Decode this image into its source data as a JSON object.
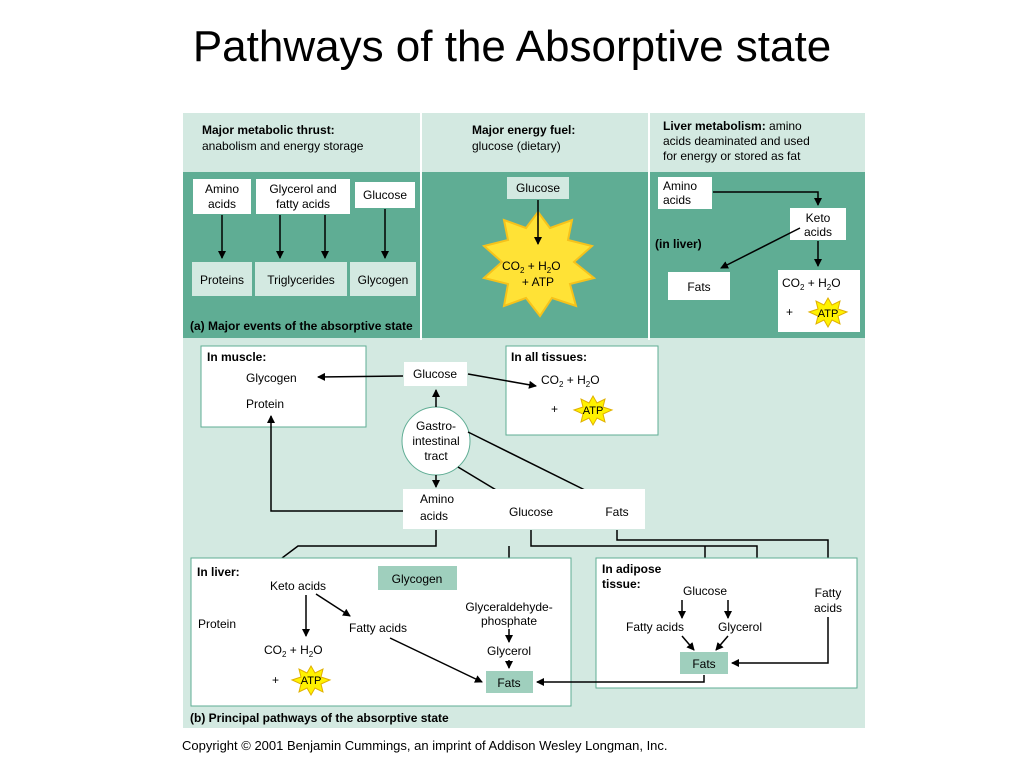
{
  "slide_title": "Pathways of the Absorptive state",
  "copyright": "Copyright © 2001 Benjamin Cummings, an imprint of Addison Wesley Longman, Inc.",
  "colors": {
    "panel_bg": "#d3e9e1",
    "panel_dark": "#5fad94",
    "box_bg": "#ffffff",
    "highlight_box": "#9fcfbd",
    "atp_star": "#fff200",
    "sun": "#ffe236",
    "arrow": "#000000"
  },
  "panel_a": {
    "header_col1": {
      "title": "Major metabolic thrust:",
      "line1": "anabolism and energy storage"
    },
    "header_col2": {
      "title": "Major energy fuel:",
      "line1": "glucose (dietary)"
    },
    "header_col3": {
      "title": "Liver metabolism:",
      "line1": " amino",
      "line2": "acids deaminated and used",
      "line3": "for energy or stored as fat"
    },
    "amino_acids": [
      "Amino",
      "acids"
    ],
    "glycerol_fatty": [
      "Glycerol and",
      "fatty acids"
    ],
    "glucose": "Glucose",
    "proteins": "Proteins",
    "triglycerides": "Triglycerides",
    "glycogen": "Glycogen",
    "fuel_glucose": "Glucose",
    "co2": "CO",
    "h2o": " + H",
    "o_suffix": "O",
    "plus_atp": "+ ATP",
    "liver_amino": [
      "Amino",
      "acids"
    ],
    "keto": [
      "Keto",
      "acids"
    ],
    "in_liver": "(in liver)",
    "fats": "Fats",
    "co2_h2o": "CO",
    "plus": "+",
    "atp": "ATP",
    "caption": "(a)  Major events of the absorptive state"
  },
  "panel_b": {
    "in_muscle": "In muscle:",
    "glycogen": "Glycogen",
    "protein": "Protein",
    "glucose_top": "Glucose",
    "in_all_tissues": "In all tissues:",
    "plus": "+",
    "atp": "ATP",
    "gi_tract": [
      "Gastro-",
      "intestinal",
      "tract"
    ],
    "amino_acids": [
      "Amino",
      "acids"
    ],
    "glucose_mid": "Glucose",
    "fats_mid": "Fats",
    "in_liver": "In liver:",
    "keto_acids": "Keto acids",
    "glycogen_liver": "Glycogen",
    "g3p": [
      "Glyceraldehyde-",
      "phosphate"
    ],
    "protein_liver": "Protein",
    "fatty_acids_liver": "Fatty acids",
    "glycerol_liver": "Glycerol",
    "fats_liver": "Fats",
    "in_adipose": [
      "In adipose",
      "tissue:"
    ],
    "glucose_adipose": "Glucose",
    "fatty_acids_right": [
      "Fatty",
      "acids"
    ],
    "fatty_acids_adipose": "Fatty acids",
    "glycerol_adipose": "Glycerol",
    "fats_adipose": "Fats",
    "caption": "(b)  Principal pathways of the absorptive state"
  }
}
